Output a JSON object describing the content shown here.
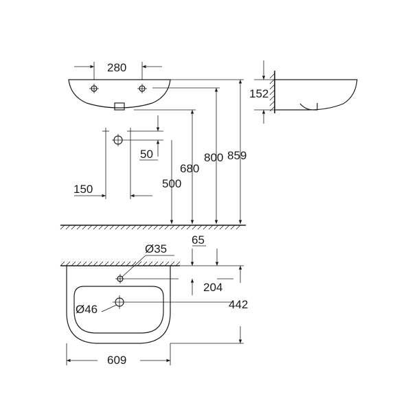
{
  "drawing": {
    "dimensions": {
      "top_width": "280",
      "wall_depth": "152",
      "hole_spacing": "150",
      "hole_drop": "50",
      "h_500": "500",
      "h_680": "680",
      "h_800": "800",
      "h_859": "859",
      "waste_dia": "Ø35",
      "offset_65": "65",
      "d_204": "204",
      "depth_442": "442",
      "tap_dia": "Ø46",
      "width_609": "609"
    }
  }
}
